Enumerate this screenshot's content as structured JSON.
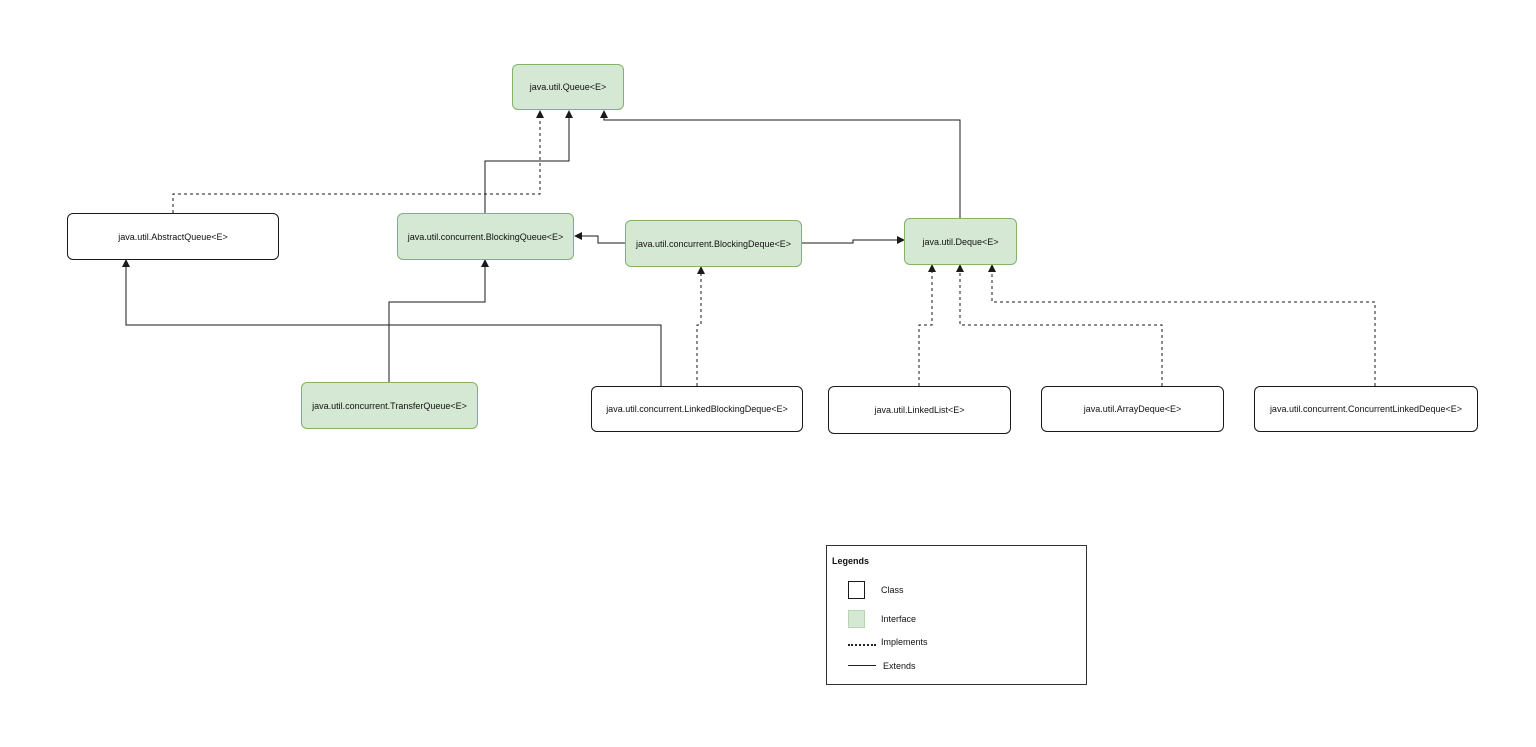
{
  "nodes": {
    "queue": "java.util.Queue<E>",
    "abstract_queue": "java.util.AbstractQueue<E>",
    "blocking_queue": "java.util.concurrent.BlockingQueue<E>",
    "blocking_deque": "java.util.concurrent.BlockingDeque<E>",
    "deque": "java.util.Deque<E>",
    "transfer_queue": "java.util.concurrent.TransferQueue<E>",
    "linked_blocking_deque": "java.util.concurrent.LinkedBlockingDeque<E>",
    "linked_list": "java.util.LinkedList<E>",
    "array_deque": "java.util.ArrayDeque<E>",
    "concurrent_linked_deque": "java.util.concurrent.ConcurrentLinkedDeque<E>"
  },
  "legend": {
    "title": "Legends",
    "class_label": "Class",
    "interface_label": "Interface",
    "implements_label": "Implements",
    "extends_label": "Extends"
  },
  "colors": {
    "interface_fill": "#d5e8d4",
    "interface_border": "#82b366",
    "class_fill": "#ffffff",
    "line": "#1a1a1a"
  }
}
